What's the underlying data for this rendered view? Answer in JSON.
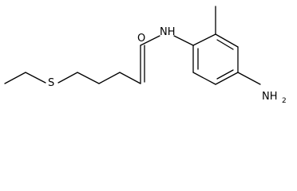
{
  "molecule": {
    "atoms": {
      "oxygen": "O",
      "nitrogen_amide": "NH",
      "sulfur": "S",
      "amine": {
        "main": "NH",
        "subscript": "2"
      }
    },
    "colors": {
      "bond": "#000000",
      "label": "#000000",
      "background": "#ffffff"
    }
  }
}
